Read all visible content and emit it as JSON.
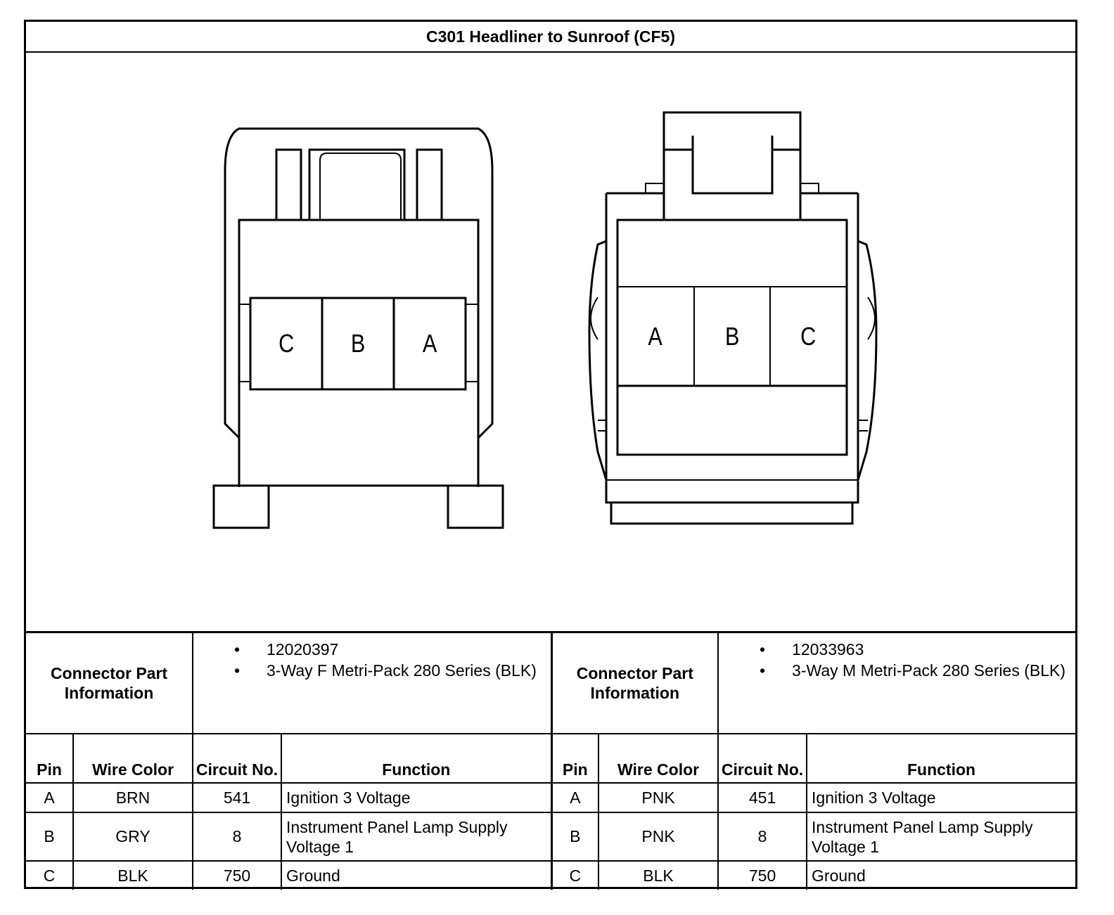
{
  "title": "C301 Headliner to Sunroof (CF5)",
  "connectors": [
    {
      "cpi_label": "Connector Part Information",
      "cpi_items": [
        "12020397",
        "3-Way F Metri-Pack 280 Series (BLK)"
      ],
      "cavity_labels": [
        "C",
        "B",
        "A"
      ],
      "headers": {
        "pin": "Pin",
        "wire_color": "Wire Color",
        "circuit": "Circuit No.",
        "function": "Function"
      },
      "rows": [
        {
          "pin": "A",
          "wire_color": "BRN",
          "circuit": "541",
          "function": "Ignition 3 Voltage"
        },
        {
          "pin": "B",
          "wire_color": "GRY",
          "circuit": "8",
          "function": "Instrument Panel Lamp Supply Voltage 1"
        },
        {
          "pin": "C",
          "wire_color": "BLK",
          "circuit": "750",
          "function": "Ground"
        }
      ]
    },
    {
      "cpi_label": "Connector Part Information",
      "cpi_items": [
        "12033963",
        "3-Way M Metri-Pack 280 Series (BLK)"
      ],
      "cavity_labels": [
        "A",
        "B",
        "C"
      ],
      "headers": {
        "pin": "Pin",
        "wire_color": "Wire Color",
        "circuit": "Circuit No.",
        "function": "Function"
      },
      "rows": [
        {
          "pin": "A",
          "wire_color": "PNK",
          "circuit": "451",
          "function": "Ignition 3 Voltage"
        },
        {
          "pin": "B",
          "wire_color": "PNK",
          "circuit": "8",
          "function": "Instrument Panel Lamp Supply Voltage 1"
        },
        {
          "pin": "C",
          "wire_color": "BLK",
          "circuit": "750",
          "function": "Ground"
        }
      ]
    }
  ]
}
